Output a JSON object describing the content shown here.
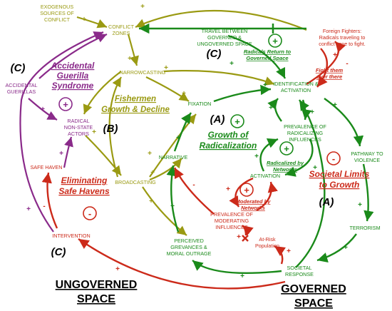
{
  "nodes": {
    "exogenous": [
      "EXOGENOUS",
      "SOURCES OF",
      "CONFLICT"
    ],
    "conflict_zones": [
      "CONFLICT",
      "ZONES"
    ],
    "travel": [
      "TRAVEL BETWEEN",
      "GOVERNED &",
      "UNGOVERNED SPACE"
    ],
    "foreign_fighters": [
      "Foreign Fighters:",
      "Radicals traveling to",
      "conflict zone to fight."
    ],
    "narrowcasting": "NARROWCASTING",
    "identification": [
      "IDENTIFICATION &",
      "ACTIVATION"
    ],
    "fixation": "FIXATION",
    "radical_actors": [
      "RADICAL",
      "NON-STATE",
      "ACTORS"
    ],
    "accidental_guerillas": [
      "ACCIDENTAL",
      "GUERILLAS"
    ],
    "radicalizing": [
      "PREVALENCE OF",
      "RADICALIZING",
      "INFLUENCES"
    ],
    "pathway": [
      "PATHWAY TO",
      "VIOLENCE"
    ],
    "safe_haven": "SAFE HAVEN",
    "narrative": "NARRATIVE",
    "broadcasting": "BROADCASTING",
    "activation": "ACTIVATION",
    "moderating": [
      "PREVALENCE OF",
      "MODERATING",
      "INFLUENCES"
    ],
    "terrorism": "TERRORISM",
    "at_risk": [
      "At-Risk",
      "Population"
    ],
    "intervention": "INTERVENTION",
    "grievances": [
      "PERCEIVED",
      "GREVANCES &",
      "MORAL OUTRAGE"
    ],
    "societal_response": [
      "SOCIETAL",
      "RESPONSE"
    ]
  },
  "loops": {
    "radicals_return": [
      "Radicals Return to",
      "Governed Space"
    ],
    "fight_them": [
      "Fight them",
      "over there"
    ],
    "accidental_guerilla": [
      "Accidental",
      "Guerilla",
      "Syndrome"
    ],
    "fishermen": [
      "Fishermen",
      "Growth & Decline"
    ],
    "growth_radicalization": [
      "Growth of",
      "Radicalization"
    ],
    "radicalized_networks": [
      "Radicalized by",
      "Networks"
    ],
    "societal_limits": [
      "Societal Limits",
      "to Growth"
    ],
    "eliminating": [
      "Eliminating",
      "Safe Havens"
    ],
    "moderated_networks": [
      "Moderated by",
      "Networks"
    ]
  },
  "letters": {
    "c1": "(C)",
    "c2": "(C)",
    "c3": "(C)",
    "b": "(B)",
    "a1": "(A)",
    "a2": "(A)"
  },
  "regions": {
    "ungoverned": [
      "UNGOVERNED",
      "SPACE"
    ],
    "governed": [
      "GOVERNED",
      "SPACE"
    ]
  },
  "signs": {
    "plus": "+",
    "minus": "-"
  },
  "colors": {
    "olive": "#9a9a12",
    "green": "#1a8a1a",
    "red": "#cc2a1a",
    "purple": "#8a2a8a"
  }
}
